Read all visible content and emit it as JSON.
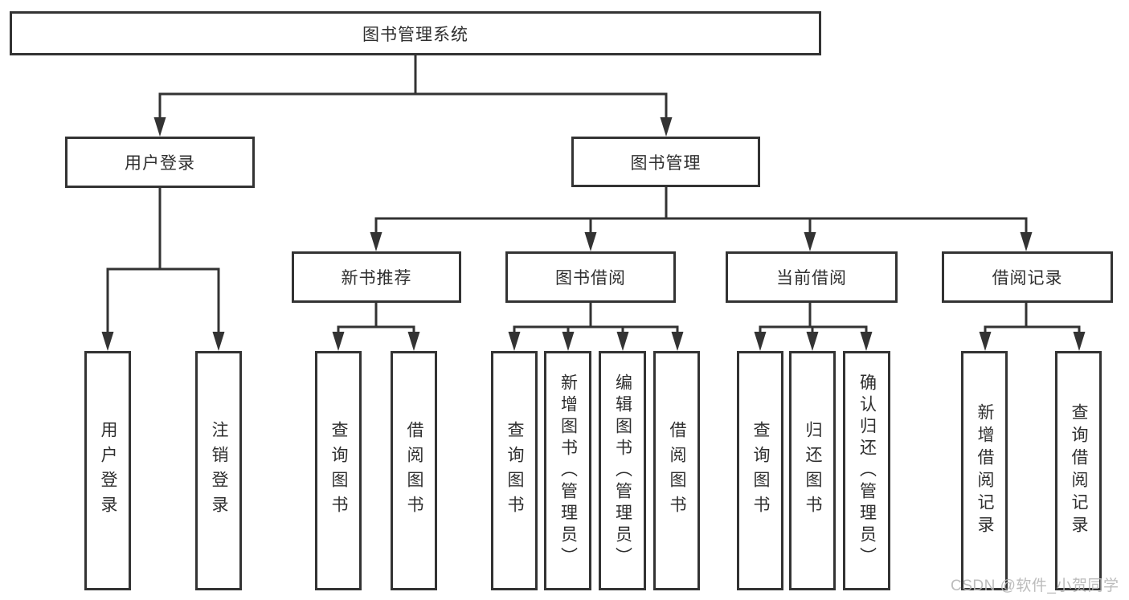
{
  "diagram": {
    "tree": {
      "root": {
        "label": "图书管理系统"
      },
      "branches": [
        {
          "label": "用户登录",
          "children": [
            {
              "label": "用户登录"
            },
            {
              "label": "注销登录"
            }
          ]
        },
        {
          "label": "图书管理",
          "children": [
            {
              "label": "新书推荐",
              "children": [
                {
                  "label": "查询图书"
                },
                {
                  "label": "借阅图书"
                }
              ]
            },
            {
              "label": "图书借阅",
              "children": [
                {
                  "label": "查询图书"
                },
                {
                  "label": "新增图书（管理员）"
                },
                {
                  "label": "编辑图书（管理员）"
                },
                {
                  "label": "借阅图书"
                }
              ]
            },
            {
              "label": "当前借阅",
              "children": [
                {
                  "label": "查询图书"
                },
                {
                  "label": "归还图书"
                },
                {
                  "label": "确认归还（管理员）"
                }
              ]
            },
            {
              "label": "借阅记录",
              "children": [
                {
                  "label": "新增借阅记录"
                },
                {
                  "label": "查询借阅记录"
                }
              ]
            }
          ]
        }
      ]
    },
    "watermark": "CSDN @软件_小贺同学",
    "colors": {
      "line": "#333333",
      "text": "#2f2f2f",
      "background": "#ffffff",
      "watermark": "#b6b6b6"
    }
  }
}
